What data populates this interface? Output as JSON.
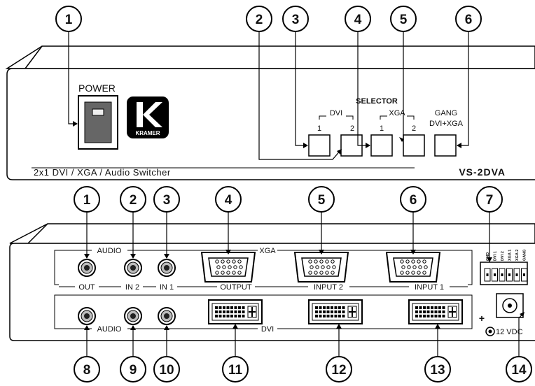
{
  "front_panel": {
    "power_label": "POWER",
    "brand": "KRAMER",
    "selector_label": "SELECTOR",
    "dvi_label": "DVI",
    "xga_label": "XGA",
    "gang_label_1": "GANG",
    "gang_label_2": "DVI+XGA",
    "btn_dvi_1": "1",
    "btn_dvi_2": "2",
    "btn_xga_1": "1",
    "btn_xga_2": "2",
    "product_description": "2x1 DVI / XGA / Audio Switcher",
    "model": "VS-2DVA",
    "callouts": [
      "1",
      "2",
      "3",
      "4",
      "5",
      "6"
    ]
  },
  "rear_panel": {
    "audio_top": "AUDIO",
    "xga_label": "XGA",
    "out_label": "OUT",
    "in2_label": "IN 2",
    "in1_label": "IN 1",
    "output_label": "OUTPUT",
    "input2_label": "INPUT 2",
    "input1_label": "INPUT 1",
    "audio_bottom": "AUDIO",
    "dvi_label": "DVI",
    "power_label": "12 VDC",
    "plus": "+",
    "terminal_pins": [
      "GND",
      "DVI 1",
      "DVI 2",
      "XGA 1",
      "XGA 2",
      "GANG"
    ],
    "callouts_top": [
      "1",
      "2",
      "3",
      "4",
      "5",
      "6",
      "7"
    ],
    "callouts_bottom": [
      "8",
      "9",
      "10",
      "11",
      "12",
      "13",
      "14"
    ]
  }
}
